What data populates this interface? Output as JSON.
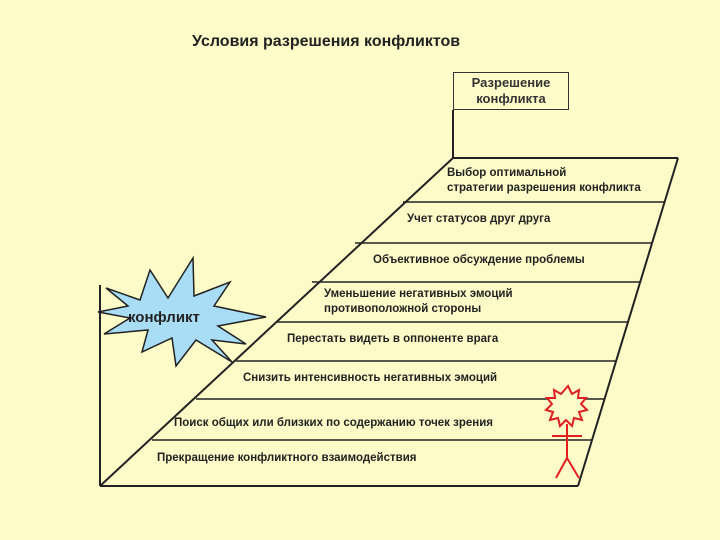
{
  "title": "Условия разрешения конфликтов",
  "top_box": {
    "line1": "Разрешение",
    "line2": "конфликта"
  },
  "steps": [
    {
      "line1": "Выбор оптимальной",
      "line2": "стратегии разрешения конфликта"
    },
    {
      "line1": "Учет статусов друг друга"
    },
    {
      "line1": "Объективное обсуждение проблемы"
    },
    {
      "line1": "Уменьшение негативных эмоций",
      "line2": "противоположной стороны"
    },
    {
      "line1": "Перестать видеть в оппоненте врага"
    },
    {
      "line1": "Снизить интенсивность негативных эмоций"
    },
    {
      "line1": "Поиск общих или близких по содержанию точек зрения"
    },
    {
      "line1": "Прекращение конфликтного взаимодействия"
    }
  ],
  "conflict_label": "конфликт",
  "colors": {
    "background": "#fdfcc9",
    "star_fill": "#a9dcf5",
    "lines": "#222222",
    "person": "#e02020"
  },
  "icons": [
    "conflict-star-icon",
    "person-figure-icon"
  ]
}
